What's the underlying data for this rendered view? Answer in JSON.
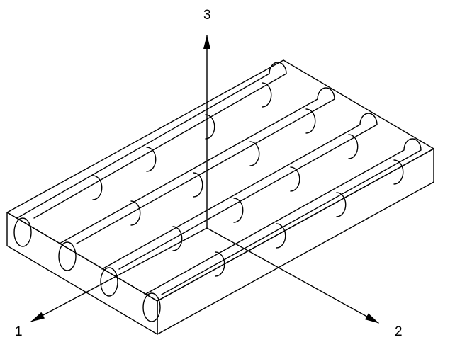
{
  "colors": {
    "background": "#ffffff",
    "line": "#000000"
  },
  "axes": [
    {
      "id": "axis-1",
      "label": "1"
    },
    {
      "id": "axis-2",
      "label": "2"
    },
    {
      "id": "axis-3",
      "label": "3"
    }
  ]
}
